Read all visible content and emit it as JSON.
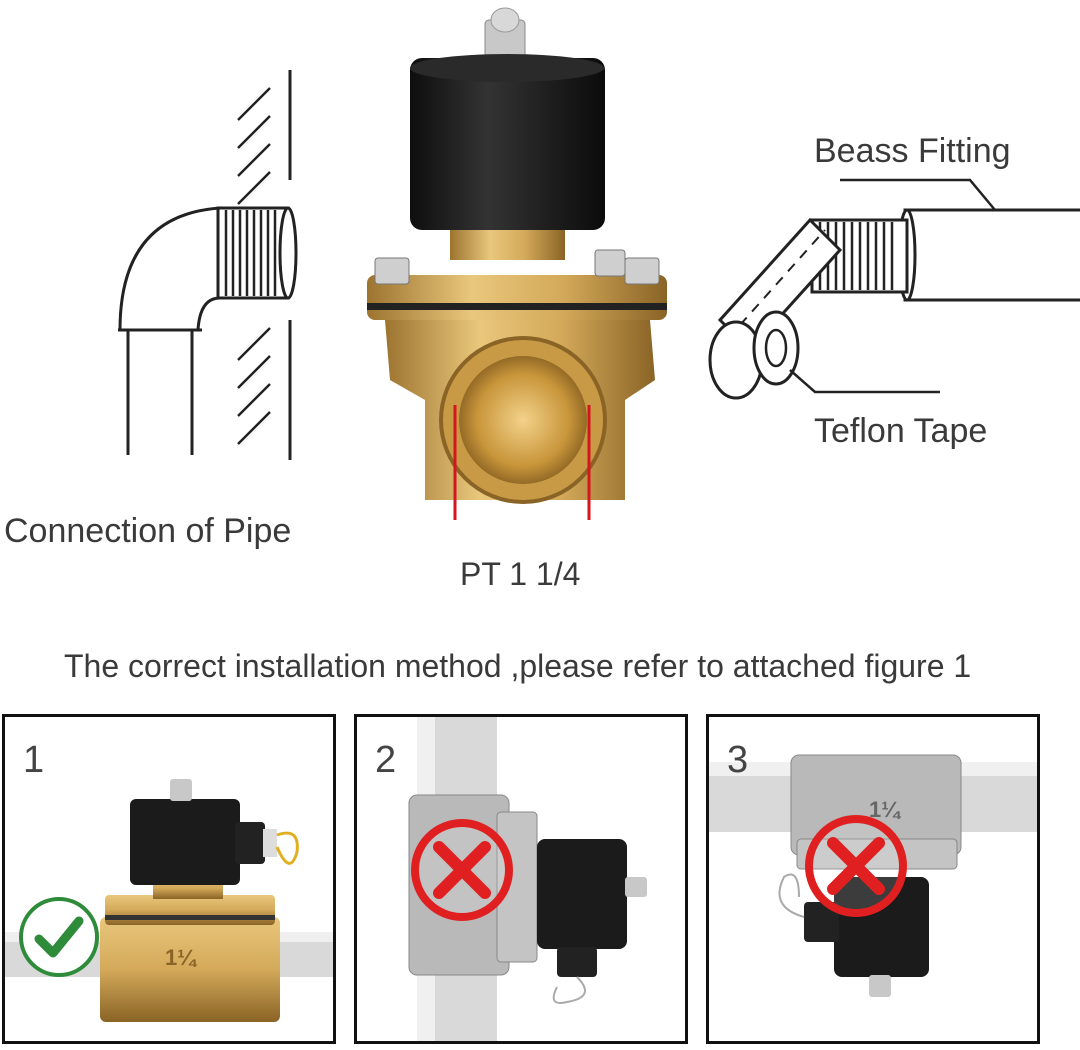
{
  "top": {
    "pipe_label": "Connection of Pipe",
    "thread_size_label": "PT 1 1/4",
    "fitting_label": "Beass Fitting",
    "tape_label": "Teflon Tape"
  },
  "heading": "The correct installation method ,please refer to attached figure 1",
  "panels": [
    {
      "number": "1",
      "status": "correct",
      "status_icon": "check-icon",
      "status_color": "#2e8b3a",
      "body_marking": "1¼"
    },
    {
      "number": "2",
      "status": "incorrect",
      "status_icon": "cross-icon",
      "status_color": "#e02020"
    },
    {
      "number": "3",
      "status": "incorrect",
      "status_icon": "cross-icon",
      "status_color": "#e02020",
      "body_marking": "1¼"
    }
  ],
  "colors": {
    "brass": "#d4a95a",
    "coil": "#1b1b1b",
    "dimension_line": "#d4161e",
    "pipe": "#d9d9d9"
  }
}
